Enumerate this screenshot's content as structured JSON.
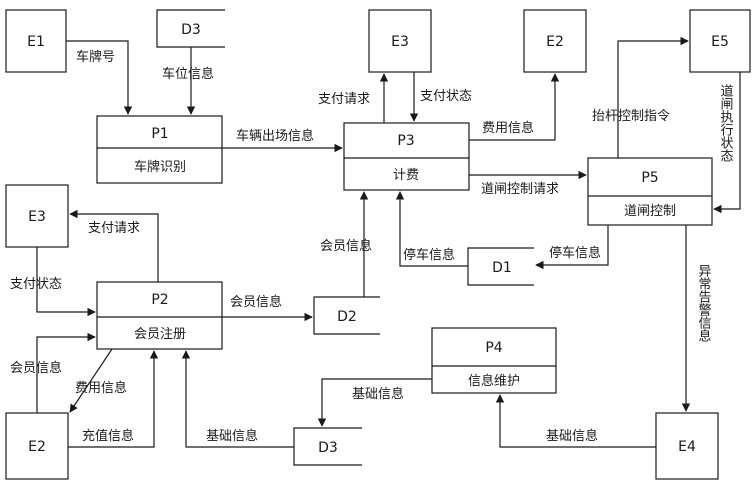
{
  "entities": {
    "e1": "E1",
    "e3_top": "E3",
    "e2_top": "E2",
    "e5": "E5",
    "e3_left": "E3",
    "e2_bottom": "E2",
    "e4": "E4"
  },
  "stores": {
    "d3_top": "D3",
    "d2": "D2",
    "d1": "D1",
    "d3_bottom": "D3"
  },
  "processes": {
    "p1": {
      "id": "P1",
      "name": "车牌识别"
    },
    "p2": {
      "id": "P2",
      "name": "会员注册"
    },
    "p3": {
      "id": "P3",
      "name": "计费"
    },
    "p4": {
      "id": "P4",
      "name": "信息维护"
    },
    "p5": {
      "id": "P5",
      "name": "道闸控制"
    }
  },
  "flows": {
    "plate_no": "车牌号",
    "space_info": "车位信息",
    "vehicle_exit_info": "车辆出场信息",
    "pay_request_top": "支付请求",
    "pay_status_top": "支付状态",
    "fee_info_top": "费用信息",
    "gate_ctrl_request": "道闸控制请求",
    "lift_cmd": "抬杆控制指令",
    "gate_exec_status": "道闸执行状态",
    "member_info_d2_p3": "会员信息",
    "parking_info_d1_p3": "停车信息",
    "parking_info_p5_d1": "停车信息",
    "alarm_info": "异常告警信息",
    "pay_request_left": "支付请求",
    "pay_status_left": "支付状态",
    "member_info_p2_d2": "会员信息",
    "member_info_e2_p2": "会员信息",
    "fee_info_p2_e2": "费用信息",
    "recharge_info": "充值信息",
    "basic_info_d3_p2": "基础信息",
    "basic_info_p4_d3": "基础信息",
    "basic_info_e4_p4": "基础信息"
  }
}
